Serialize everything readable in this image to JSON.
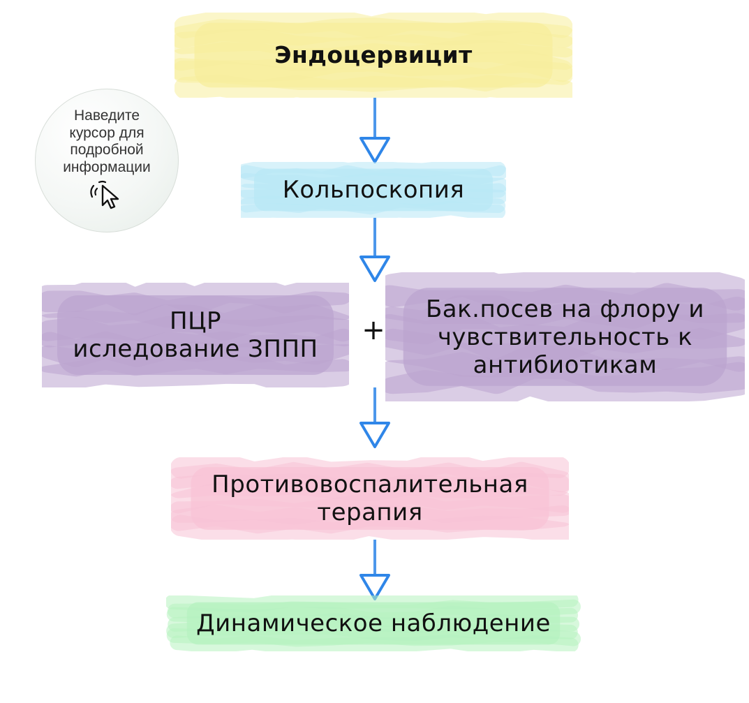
{
  "diagram": {
    "nodes": {
      "title": {
        "text": "Эндоцервицит",
        "color": "#f7ee9c"
      },
      "colposcopy": {
        "text": "Кольпоскопия",
        "color": "#b8e8f5"
      },
      "pcr": {
        "line1": "ПЦР",
        "line2": "иследование ЗППП",
        "color": "#bba4cf"
      },
      "culture": {
        "line1": "Бак.посев на флору и",
        "line2": "чувствительность к",
        "line3": "антибиотикам",
        "color": "#bba4cf"
      },
      "therapy": {
        "line1": "Противовоспалительная",
        "line2": "терапия",
        "color": "#f8c3d6"
      },
      "observation": {
        "text": "Динамическое наблюдение",
        "color": "#b6f2c0"
      }
    },
    "operator": "+",
    "arrow_color": "#2f86e8",
    "arrows": [
      {
        "from": "title",
        "to": "colposcopy"
      },
      {
        "from": "colposcopy",
        "to": "pcr+culture"
      },
      {
        "from": "pcr+culture",
        "to": "therapy"
      },
      {
        "from": "therapy",
        "to": "observation"
      }
    ]
  },
  "hint": {
    "text": "Наведите\nкурсор для\nподробной\nинформации",
    "icon": "pointer-cursor-icon"
  }
}
